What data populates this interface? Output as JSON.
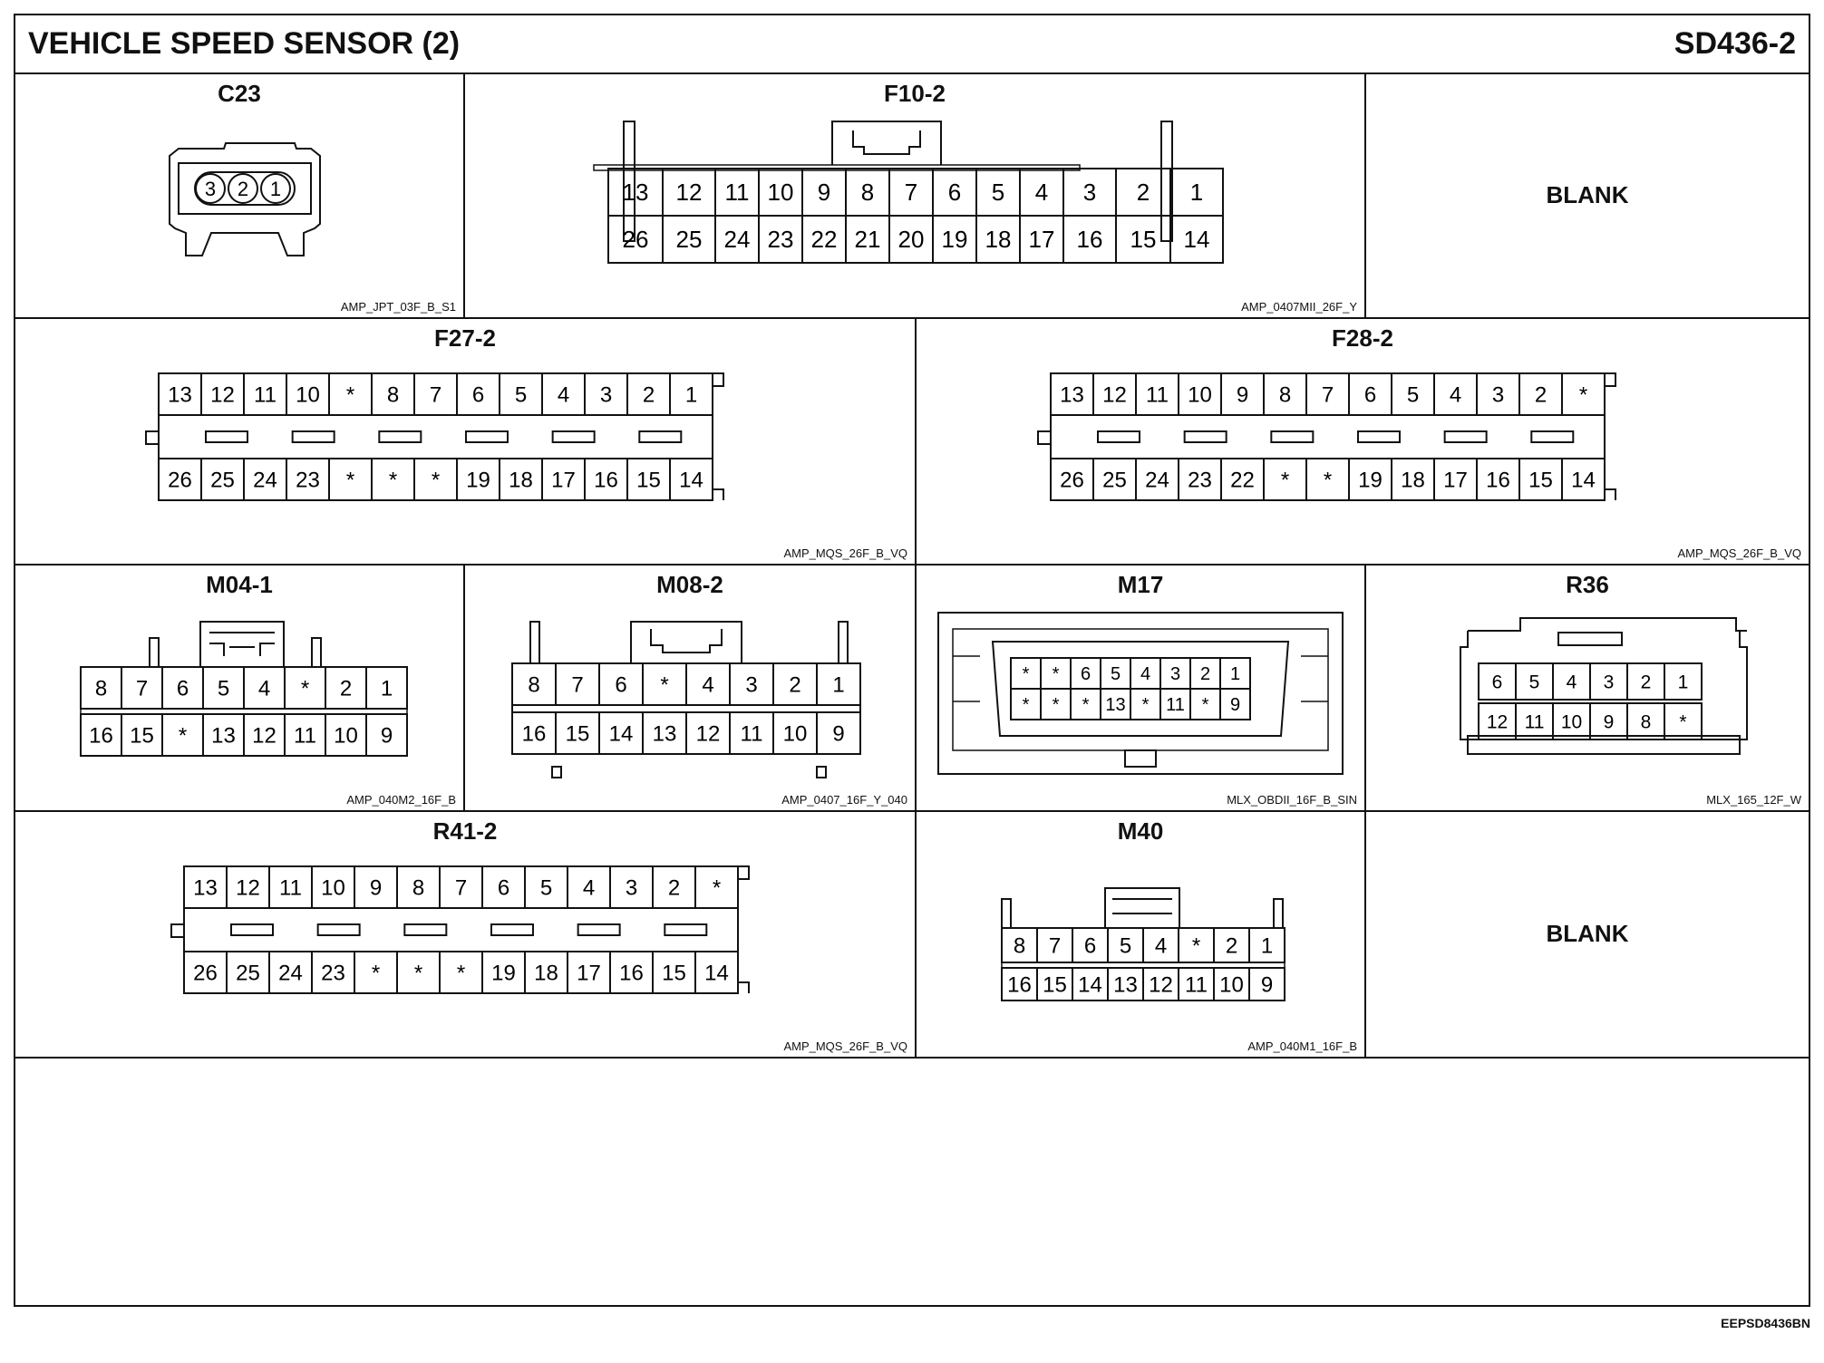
{
  "header": {
    "title": "VEHICLE SPEED SENSOR (2)",
    "code": "SD436-2"
  },
  "footer_code": "EEPSD8436BN",
  "blank_label": "BLANK",
  "connectors": {
    "c23": {
      "name": "C23",
      "type": "AMP_JPT_03F_B_S1",
      "rows": [
        [
          "3",
          "2",
          "1"
        ]
      ]
    },
    "f10": {
      "name": "F10-2",
      "type": "AMP_0407MII_26F_Y",
      "rows": [
        [
          "13",
          "12",
          "11",
          "10",
          "9",
          "8",
          "7",
          "6",
          "5",
          "4",
          "3",
          "2",
          "1"
        ],
        [
          "26",
          "25",
          "24",
          "23",
          "22",
          "21",
          "20",
          "19",
          "18",
          "17",
          "16",
          "15",
          "14"
        ]
      ]
    },
    "f27": {
      "name": "F27-2",
      "type": "AMP_MQS_26F_B_VQ",
      "rows": [
        [
          "13",
          "12",
          "11",
          "10",
          "*",
          "8",
          "7",
          "6",
          "5",
          "4",
          "3",
          "2",
          "1"
        ],
        [
          "26",
          "25",
          "24",
          "23",
          "*",
          "*",
          "*",
          "19",
          "18",
          "17",
          "16",
          "15",
          "14"
        ]
      ]
    },
    "f28": {
      "name": "F28-2",
      "type": "AMP_MQS_26F_B_VQ",
      "rows": [
        [
          "13",
          "12",
          "11",
          "10",
          "9",
          "8",
          "7",
          "6",
          "5",
          "4",
          "3",
          "2",
          "*"
        ],
        [
          "26",
          "25",
          "24",
          "23",
          "22",
          "*",
          "*",
          "19",
          "18",
          "17",
          "16",
          "15",
          "14"
        ]
      ]
    },
    "m04": {
      "name": "M04-1",
      "type": "AMP_040M2_16F_B",
      "rows": [
        [
          "8",
          "7",
          "6",
          "5",
          "4",
          "*",
          "2",
          "1"
        ],
        [
          "16",
          "15",
          "*",
          "13",
          "12",
          "11",
          "10",
          "9"
        ]
      ]
    },
    "m08": {
      "name": "M08-2",
      "type": "AMP_0407_16F_Y_040",
      "rows": [
        [
          "8",
          "7",
          "6",
          "*",
          "4",
          "3",
          "2",
          "1"
        ],
        [
          "16",
          "15",
          "14",
          "13",
          "12",
          "11",
          "10",
          "9"
        ]
      ]
    },
    "m17": {
      "name": "M17",
      "type": "MLX_OBDII_16F_B_SIN",
      "rows": [
        [
          "*",
          "*",
          "6",
          "5",
          "4",
          "3",
          "2",
          "1"
        ],
        [
          "*",
          "*",
          "*",
          "13",
          "*",
          "11",
          "*",
          "9"
        ]
      ]
    },
    "r36": {
      "name": "R36",
      "type": "MLX_165_12F_W",
      "rows": [
        [
          "6",
          "5",
          "4",
          "3",
          "2",
          "1"
        ],
        [
          "12",
          "11",
          "10",
          "9",
          "8",
          "*"
        ]
      ]
    },
    "r41": {
      "name": "R41-2",
      "type": "AMP_MQS_26F_B_VQ",
      "rows": [
        [
          "13",
          "12",
          "11",
          "10",
          "9",
          "8",
          "7",
          "6",
          "5",
          "4",
          "3",
          "2",
          "*"
        ],
        [
          "26",
          "25",
          "24",
          "23",
          "*",
          "*",
          "*",
          "19",
          "18",
          "17",
          "16",
          "15",
          "14"
        ]
      ]
    },
    "m40": {
      "name": "M40",
      "type": "AMP_040M1_16F_B",
      "rows": [
        [
          "8",
          "7",
          "6",
          "5",
          "4",
          "*",
          "2",
          "1"
        ],
        [
          "16",
          "15",
          "14",
          "13",
          "12",
          "11",
          "10",
          "9"
        ]
      ]
    }
  }
}
